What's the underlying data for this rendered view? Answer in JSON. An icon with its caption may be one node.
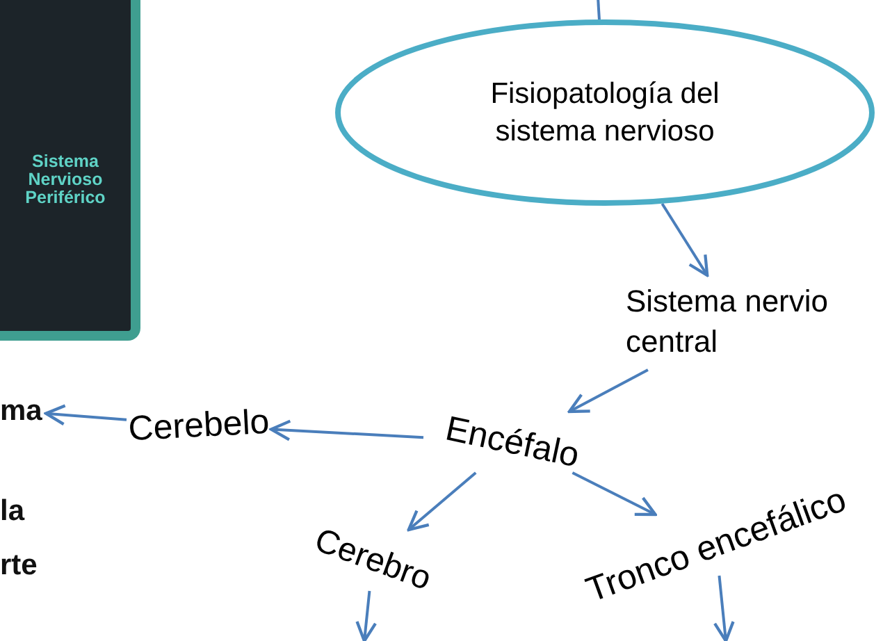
{
  "diagram": {
    "nodes": [
      {
        "text": [
          "Fisiopatología del sistema nervioso"
        ]
      },
      {
        "text": [
          "Sistema nervio central"
        ]
      },
      {
        "text": [
          "Encéfalo"
        ]
      },
      {
        "text": [
          "Cerebelo"
        ]
      },
      {
        "text": [
          "Cerebro"
        ]
      },
      {
        "text": [
          "Tronco encefálico"
        ]
      },
      {
        "text": [
          "Sistema Nervioso Periférico"
        ]
      },
      {
        "text": [
          "ma"
        ]
      }
    ],
    "edges": [
      {
        "from": null,
        "to": 0,
        "arrow": "none"
      },
      {
        "from": 0,
        "to": 1,
        "arrow": "to"
      },
      {
        "from": 1,
        "to": 2,
        "arrow": "to"
      },
      {
        "from": 2,
        "to": 3,
        "arrow": "to"
      },
      {
        "from": 3,
        "to": 7,
        "arrow": "to"
      },
      {
        "from": 2,
        "to": 4,
        "arrow": "to"
      },
      {
        "from": 2,
        "to": 5,
        "arrow": "to"
      },
      {
        "from": 4,
        "to": null,
        "arrow": "to"
      },
      {
        "from": 5,
        "to": null,
        "arrow": "to"
      }
    ],
    "labels": [
      "la",
      "rte"
    ]
  }
}
